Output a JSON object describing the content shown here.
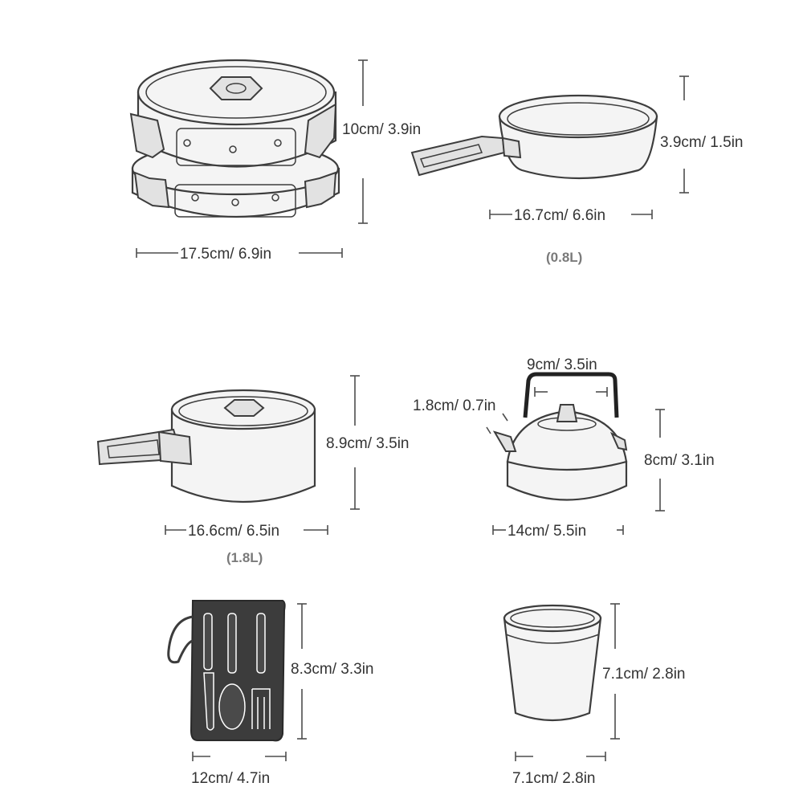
{
  "pot_set": {
    "width_label": "17.5cm/ 6.9in",
    "height_label": "10cm/ 3.9in"
  },
  "frying_pan": {
    "width_label": "16.7cm/ 6.6in",
    "height_label": "3.9cm/ 1.5in",
    "capacity_label": "(0.8L)"
  },
  "saucepan": {
    "width_label": "16.6cm/ 6.5in",
    "height_label": "8.9cm/ 3.5in",
    "capacity_label": "(1.8L)"
  },
  "kettle": {
    "handle_label": "9cm/ 3.5in",
    "spout_label": "1.8cm/ 0.7in",
    "width_label": "14cm/ 5.5in",
    "height_label": "8cm/ 3.1in"
  },
  "cutlery_bag": {
    "width_label": "12cm/ 4.7in",
    "height_label": "8.3cm/ 3.3in"
  },
  "cup": {
    "width_label": "7.1cm/ 2.8in",
    "height_label": "7.1cm/ 2.8in"
  }
}
